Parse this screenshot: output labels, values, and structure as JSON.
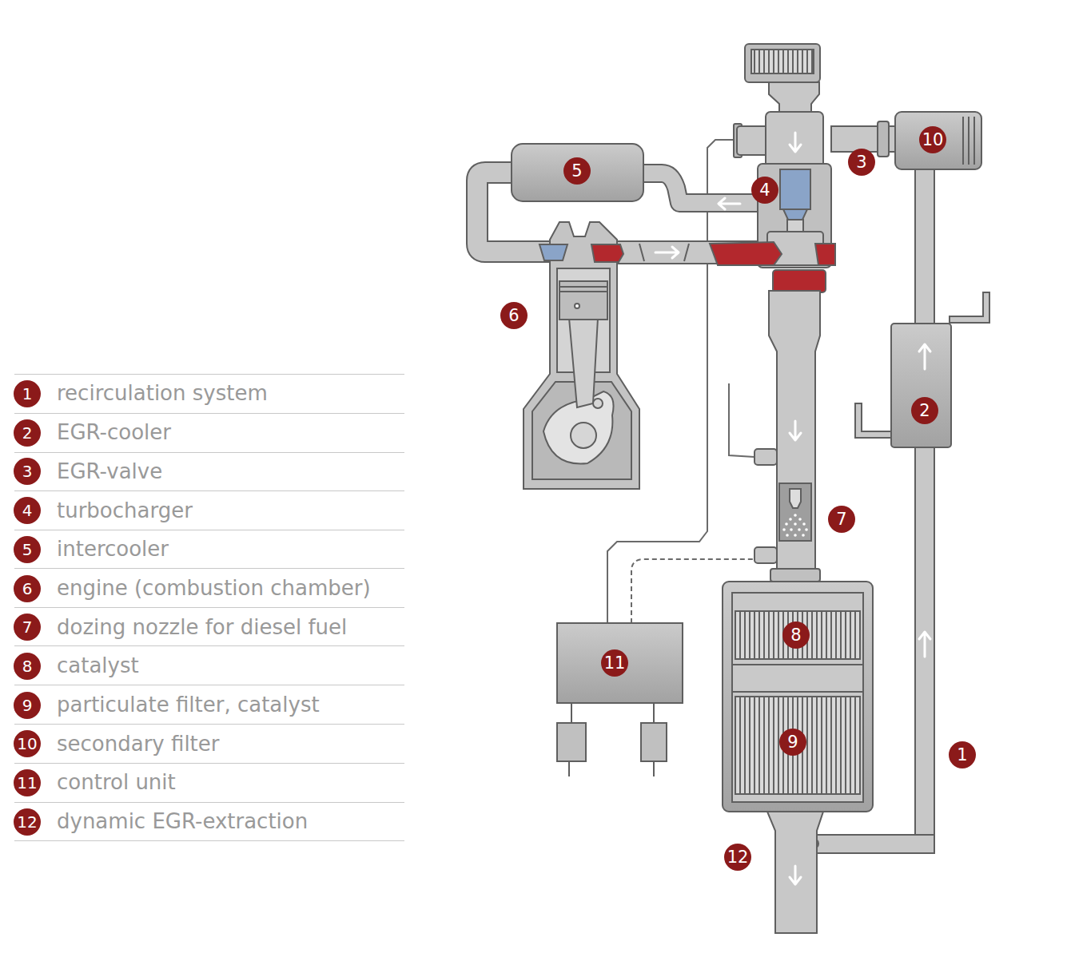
{
  "diagram": {
    "nodes": [
      {
        "text": [
          "1",
          "recirculation system"
        ]
      },
      {
        "text": [
          "2",
          "EGR-cooler"
        ]
      },
      {
        "text": [
          "3",
          "EGR-valve"
        ]
      },
      {
        "text": [
          "4",
          "turbocharger"
        ]
      },
      {
        "text": [
          "5",
          "intercooler"
        ]
      },
      {
        "text": [
          "6",
          "engine (combustion chamber)"
        ]
      },
      {
        "text": [
          "7",
          "dozing nozzle for diesel fuel"
        ]
      },
      {
        "text": [
          "8",
          "catalyst"
        ]
      },
      {
        "text": [
          "9",
          "particulate filter, catalyst"
        ]
      },
      {
        "text": [
          "10",
          "secondary filter"
        ]
      },
      {
        "text": [
          "11",
          "control unit"
        ]
      },
      {
        "text": [
          "12",
          "dynamic EGR-extraction"
        ]
      },
      {
        "text": [
          "10"
        ]
      },
      {
        "text": [
          "3"
        ]
      },
      {
        "text": [
          "5"
        ]
      },
      {
        "text": [
          "4"
        ]
      },
      {
        "text": [
          "6"
        ]
      },
      {
        "text": [
          "2"
        ]
      },
      {
        "text": [
          "7"
        ]
      },
      {
        "text": [
          "8"
        ]
      },
      {
        "text": [
          "11"
        ]
      },
      {
        "text": [
          "9"
        ]
      },
      {
        "text": [
          "1"
        ]
      },
      {
        "text": [
          "12"
        ]
      }
    ]
  }
}
